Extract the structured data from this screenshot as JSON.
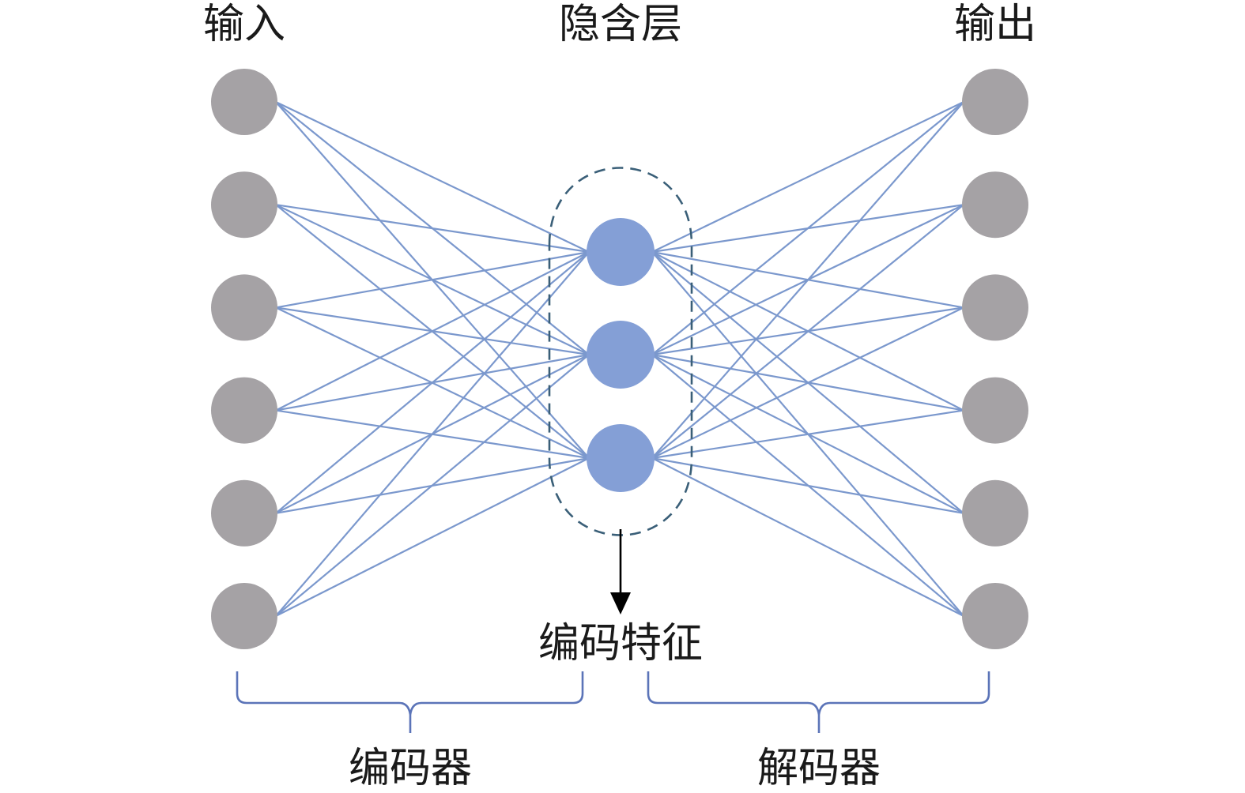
{
  "labels": {
    "input": "输入",
    "hidden": "隐含层",
    "output": "输出",
    "code_feature": "编码特征",
    "encoder": "编码器",
    "decoder": "解码器"
  },
  "layers": {
    "input_nodes": 6,
    "hidden_nodes": 3,
    "output_nodes": 6
  },
  "colors": {
    "io_node": "#a5a2a5",
    "hidden_node": "#849fd6",
    "edge": "#7b98cd",
    "brace": "#5b74b8",
    "group_outline": "#3a5f78"
  }
}
